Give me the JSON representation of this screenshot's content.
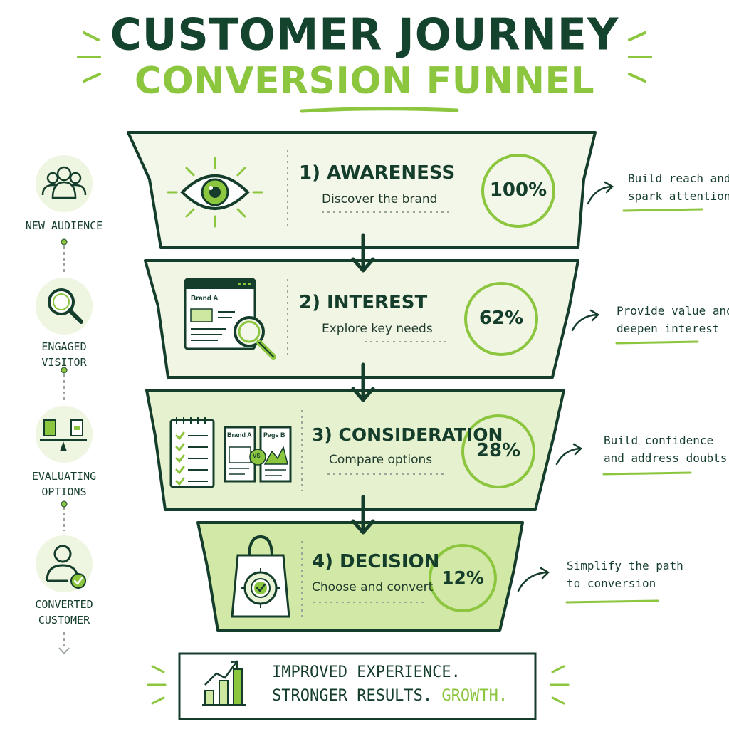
{
  "title": {
    "line1": "CUSTOMER JOURNEY",
    "line2": "CONVERSION FUNNEL"
  },
  "stages": [
    {
      "title": "1) AWARENESS",
      "subtitle": "Discover the brand",
      "percent": "100%",
      "note_line1": "Build reach and",
      "note_line2": "spark attention",
      "icon": "eye-icon"
    },
    {
      "title": "2) INTEREST",
      "subtitle": "Explore key needs",
      "percent": "62%",
      "note_line1": "Provide value and",
      "note_line2": "deepen interest",
      "icon": "browser-search-icon",
      "mockup_label": "Brand A"
    },
    {
      "title": "3) CONSIDERATION",
      "subtitle": "Compare options",
      "percent": "28%",
      "note_line1": "Build confidence",
      "note_line2": "and address doubts",
      "icon": "checklist-compare-icon",
      "card_a": "Brand A",
      "card_b": "Page B",
      "vs": "VS"
    },
    {
      "title": "4) DECISION",
      "subtitle": "Choose and convert",
      "percent": "12%",
      "note_line1": "Simplify the path",
      "note_line2": "to conversion",
      "icon": "shopping-bag-target-icon"
    }
  ],
  "personas": [
    {
      "line1": "NEW AUDIENCE",
      "line2": "",
      "icon": "group-icon"
    },
    {
      "line1": "ENGAGED",
      "line2": "VISITOR",
      "icon": "magnifier-icon"
    },
    {
      "line1": "EVALUATING",
      "line2": "OPTIONS",
      "icon": "balance-scale-icon"
    },
    {
      "line1": "CONVERTED",
      "line2": "CUSTOMER",
      "icon": "user-check-icon"
    }
  ],
  "footer": {
    "line1": "IMPROVED EXPERIENCE.",
    "line2_a": "STRONGER RESULTS.",
    "line2_b": "GROWTH.",
    "icon": "growth-bars-icon"
  },
  "colors": {
    "dark_green": "#153d2b",
    "lime": "#8cc63f",
    "pale": "#f3f7ea",
    "pale2": "#e9f3d6",
    "pale3": "#dceebb",
    "pale4": "#cfe8a0"
  }
}
